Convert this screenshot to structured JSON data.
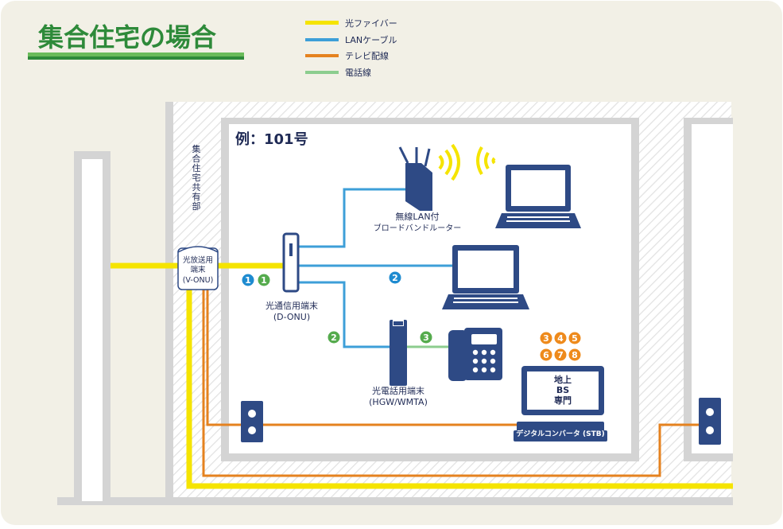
{
  "title": "集合住宅の場合",
  "legend": [
    {
      "label": "光ファイバー",
      "color": "#f5e400"
    },
    {
      "label": "LANケーブル",
      "color": "#3d9fd8"
    },
    {
      "label": "テレビ配線",
      "color": "#e5821f"
    },
    {
      "label": "電話線",
      "color": "#8ccd8e"
    }
  ],
  "common_area_label": "集合住宅共有部",
  "room_label": "例：101号",
  "devices": {
    "v_onu": {
      "line1": "光放送用",
      "line2": "端末",
      "line3": "(V-ONU)"
    },
    "d_onu": {
      "line1": "光通信用端末",
      "line2": "(D-ONU)"
    },
    "router": {
      "line1": "無線LAN付",
      "line2": "ブロードバンドルーター"
    },
    "hgw": {
      "line1": "光電話用端末",
      "line2": "(HGW/WMTA)"
    },
    "stb": {
      "label": "デジタルコンバータ (STB)"
    },
    "tv": {
      "line1": "地上",
      "line2": "BS",
      "line3": "専門"
    }
  },
  "markers": {
    "b1": "1",
    "g1": "1",
    "b2": "2",
    "g2": "2",
    "g3": "3",
    "o3": "3",
    "o4": "4",
    "o5": "5",
    "o6": "6",
    "o7": "7",
    "o8": "8"
  },
  "colors": {
    "navy": "#2e4a85",
    "fiber": "#f5e400",
    "lan": "#3d9fd8",
    "tv": "#e5821f",
    "phone": "#8ccd8e",
    "title_green": "#2e8a3a",
    "marker_blue": "#1e8bd0",
    "marker_green": "#55ab4d",
    "marker_orange": "#ee8a1c",
    "panel_bg": "#f2f0e6"
  }
}
